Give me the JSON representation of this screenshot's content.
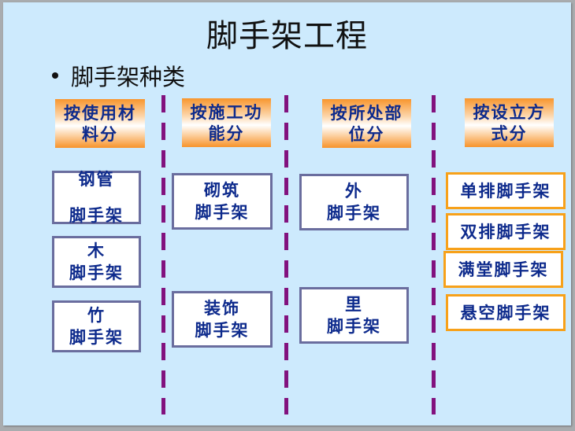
{
  "slide": {
    "title": "脚手架工程",
    "bullet": "脚手架种类"
  },
  "columns": [
    {
      "header": [
        "按使用材",
        "料分"
      ],
      "items": [
        [
          "钢管",
          "脚手架"
        ],
        [
          "木",
          "脚手架"
        ],
        [
          "竹",
          "脚手架"
        ]
      ]
    },
    {
      "header": [
        "按施工功",
        "能分"
      ],
      "items": [
        [
          "砌筑",
          "脚手架"
        ],
        [
          "装饰",
          "脚手架"
        ]
      ]
    },
    {
      "header": [
        "按所处部",
        "位分"
      ],
      "items": [
        [
          "外",
          "脚手架"
        ],
        [
          "里",
          "脚手架"
        ]
      ]
    },
    {
      "header": [
        "按设立方",
        "式分"
      ],
      "items": [
        [
          "单排脚手架"
        ],
        [
          "双排脚手架"
        ],
        [
          "满堂脚手架"
        ],
        [
          "悬空脚手架"
        ]
      ]
    }
  ],
  "colors": {
    "background": "#cdeafd",
    "header_gradient_edge": "#f8962d",
    "text_blue": "#0d2a8c",
    "box_border_slate": "#6a6d9e",
    "box_border_orange": "#f7a11a",
    "divider_purple": "#82127e"
  }
}
